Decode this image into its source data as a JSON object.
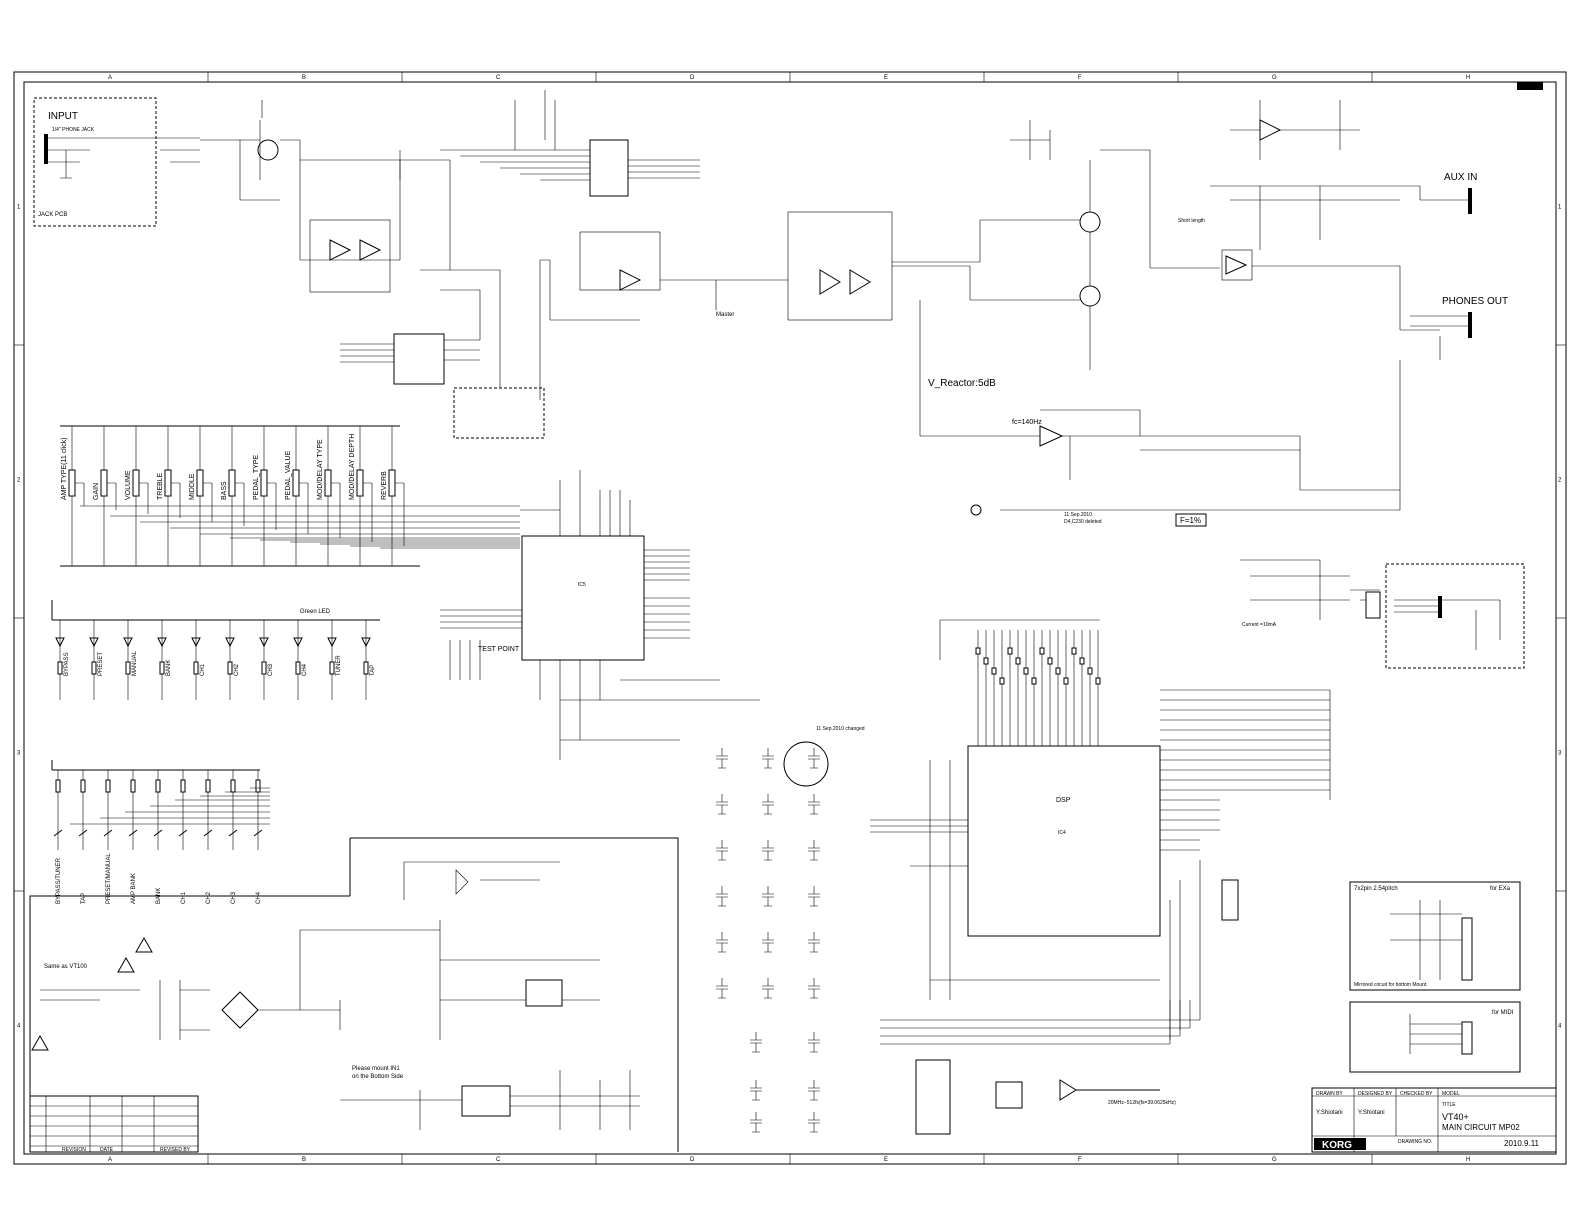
{
  "frame": {
    "columns": [
      "A",
      "B",
      "C",
      "D",
      "E",
      "F",
      "G",
      "H"
    ],
    "rows": [
      "1",
      "2",
      "3",
      "4"
    ]
  },
  "blocks": {
    "input_title": "INPUT",
    "input_sub1": "1/4\" PHONE JACK",
    "input_sub2": "JACK PCB",
    "aux_in": "AUX IN",
    "phones_out": "PHONES OUT",
    "v_reactor": "V_Reactor:5dB",
    "fc_label": "fc=140Hz",
    "f_tolerance": "F=1%",
    "green_led": "Green LED",
    "test_point": "TEST POINT",
    "dsp": "DSP",
    "changed_note": "11 Sep.2010 changed",
    "deleted_note": "11 Sep.2010\nD4,C230 deleted",
    "current_note": "Current =10mA",
    "freq_note": "20MHz−512fs(fs=39.0625kHz)",
    "mount_note": "Please mount IN1\non the Bottom Side",
    "same_as": "Same as VT100",
    "master": "Master",
    "short_length": "Short length"
  },
  "knobs": [
    "AMP TYPE(11 click)",
    "GAIN",
    "VOLUME",
    "TREBLE",
    "MIDDLE",
    "BASS",
    "PEDAL_TYPE",
    "PEDAL_VALUE",
    "MOD/DELAY TYPE",
    "MOD/DELAY DEPTH",
    "REVERB"
  ],
  "leds": [
    "BYPASS",
    "PRESET",
    "MANUAL",
    "BANK",
    "CH1",
    "CH2",
    "CH3",
    "CH4",
    "TUNER",
    "TAP"
  ],
  "switches": [
    "BYPASS/TUNER",
    "TAP",
    "PRESET/MANUAL",
    "AMP BANK",
    "BANK",
    "CH1",
    "CH2",
    "CH3",
    "CH4"
  ],
  "headers": {
    "ext_title": "7x2pin 2.54pitch",
    "ext_for": "for EXa",
    "midi_for": "for MIDI",
    "mirrored": "Mirrored circuit for bottom Mount."
  },
  "title_block": {
    "drawn_label": "DRAWN BY",
    "designed_label": "DESIGNED BY",
    "checked_label": "CHECKED BY",
    "model_label": "MODEL",
    "drawn_by": "Y.Shiotani",
    "designed_by": "Y.Shiotani",
    "title_label": "TITLE",
    "title_line1": "VT40+",
    "title_line2": "MAIN CIRCUIT MP02",
    "drawing_no_label": "DRAWING NO.",
    "date": "2010.9.11",
    "logo": "KORG"
  },
  "revision": {
    "col1": "REVISION",
    "col2": "DATE",
    "col3": "REVISED BY"
  }
}
